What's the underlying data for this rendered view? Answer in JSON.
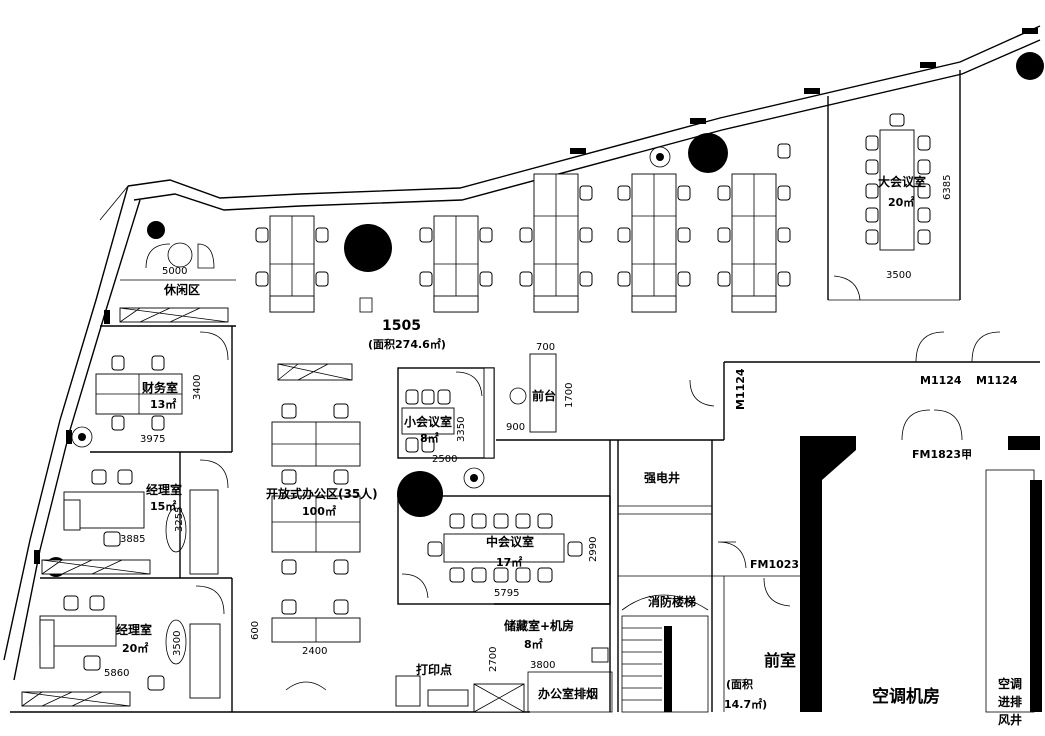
{
  "plan": {
    "room_number": "1505",
    "open_area_note": "(面积274.6㎡)",
    "rooms": {
      "lounge": "休闲区",
      "finance": "财务室",
      "finance_area": "13㎡",
      "manager1": "经理室",
      "manager1_area": "15㎡",
      "manager2": "经理室",
      "manager2_area": "20㎡",
      "open_office": "开放式办公区(35人)",
      "open_office_area": "100㎡",
      "small_meeting": "小会议室",
      "small_meeting_area": "8㎡",
      "reception": "前台",
      "medium_meeting": "中会议室",
      "medium_meeting_area": "17㎡",
      "large_meeting": "大会议室",
      "large_meeting_area": "20㎡",
      "storage": "储藏室+机房",
      "storage_area": "8㎡",
      "print": "打印点",
      "exhaust": "办公室排烟",
      "electric_shaft": "强电井",
      "fire_stair": "消防楼梯",
      "antechamber": "前室",
      "antechamber_area_1": "(面积",
      "antechamber_area_2": "14.7㎡)",
      "ac_room": "空调机房",
      "ac_shaft_1": "空调",
      "ac_shaft_2": "进排",
      "ac_shaft_3": "风井"
    },
    "doors": {
      "m1124_a": "M1124",
      "m1124_b": "M1124",
      "m1124_c": "M1124",
      "fm1823": "FM1823甲",
      "fm1023": "FM1023甲"
    },
    "dimensions": {
      "d5000": "5000",
      "d3400": "3400",
      "d3975": "3975",
      "d3255": "3255",
      "d3885": "3885",
      "d3500_left": "3500",
      "d5860": "5860",
      "d600": "600",
      "d2400": "2400",
      "d700": "700",
      "d1700": "1700",
      "d900": "900",
      "d3350": "3350",
      "d2500": "2500",
      "d2990": "2990",
      "d5795": "5795",
      "d2700": "2700",
      "d3800": "3800",
      "d6385": "6385",
      "d3500_right": "3500"
    }
  }
}
